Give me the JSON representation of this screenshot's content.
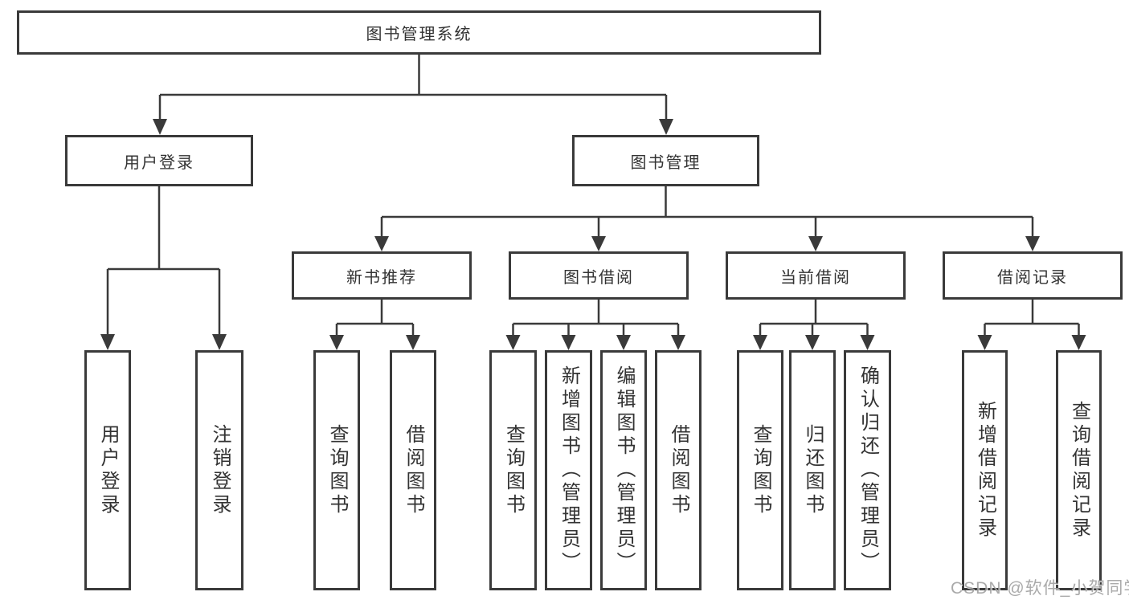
{
  "diagram": {
    "root": {
      "label": "图书管理系统"
    },
    "level2": {
      "user_login": {
        "label": "用户登录"
      },
      "book_management": {
        "label": "图书管理"
      }
    },
    "level3": {
      "new_book_rec": {
        "label": "新书推荐"
      },
      "book_borrowing": {
        "label": "图书借阅"
      },
      "current_borrowing": {
        "label": "当前借阅"
      },
      "borrowing_records": {
        "label": "借阅记录"
      }
    },
    "leaves": {
      "user_login": [
        {
          "label": "用户登录"
        },
        {
          "label": "注销登录"
        }
      ],
      "new_book_rec": [
        {
          "label": "查询图书"
        },
        {
          "label": "借阅图书"
        }
      ],
      "book_borrowing": [
        {
          "label": "查询图书"
        },
        {
          "label": "新增图书（管理员）"
        },
        {
          "label": "编辑图书（管理员）"
        },
        {
          "label": "借阅图书"
        }
      ],
      "current_borrowing": [
        {
          "label": "查询图书"
        },
        {
          "label": "归还图书"
        },
        {
          "label": "确认归还（管理员）"
        }
      ],
      "borrowing_records": [
        {
          "label": "新增借阅记录"
        },
        {
          "label": "查询借阅记录"
        }
      ]
    }
  },
  "watermark": {
    "text": "CSDN @软件_小贺同学"
  },
  "colors": {
    "line": "#3a3a3a",
    "text": "#333333",
    "background": "#ffffff",
    "watermark": "#9c9c9c"
  }
}
